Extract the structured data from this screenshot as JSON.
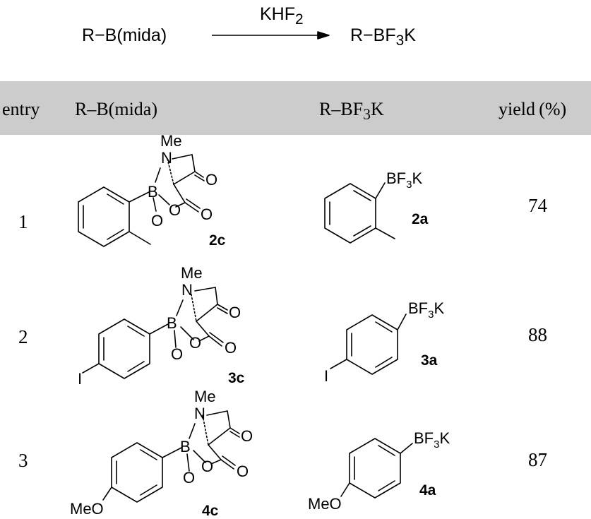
{
  "scheme": {
    "reactant": "R−B(mida)",
    "reagent_main": "KHF",
    "reagent_sub": "2",
    "product_main": "R−BF",
    "product_sub": "3",
    "product_end": "K"
  },
  "table": {
    "headers": {
      "entry": "entry",
      "reactant": "R–B(mida)",
      "product_main": "R–BF",
      "product_sub": "3",
      "product_end": "K",
      "yield": "yield (%)"
    },
    "rows": [
      {
        "entry": "1",
        "reactant_label": "2c",
        "product_label": "2a",
        "yield": "74"
      },
      {
        "entry": "2",
        "reactant_label": "3c",
        "product_label": "3a",
        "yield": "88"
      },
      {
        "entry": "3",
        "reactant_label": "4c",
        "product_label": "4a",
        "yield": "87"
      }
    ]
  },
  "atoms": {
    "me": "Me",
    "n": "N",
    "b": "B",
    "o": "O",
    "iodine": "I",
    "meo": "MeO",
    "bf": "BF",
    "three": "3",
    "k": "K"
  },
  "colors": {
    "header_bg": "#cccccc",
    "ink": "#000000"
  }
}
